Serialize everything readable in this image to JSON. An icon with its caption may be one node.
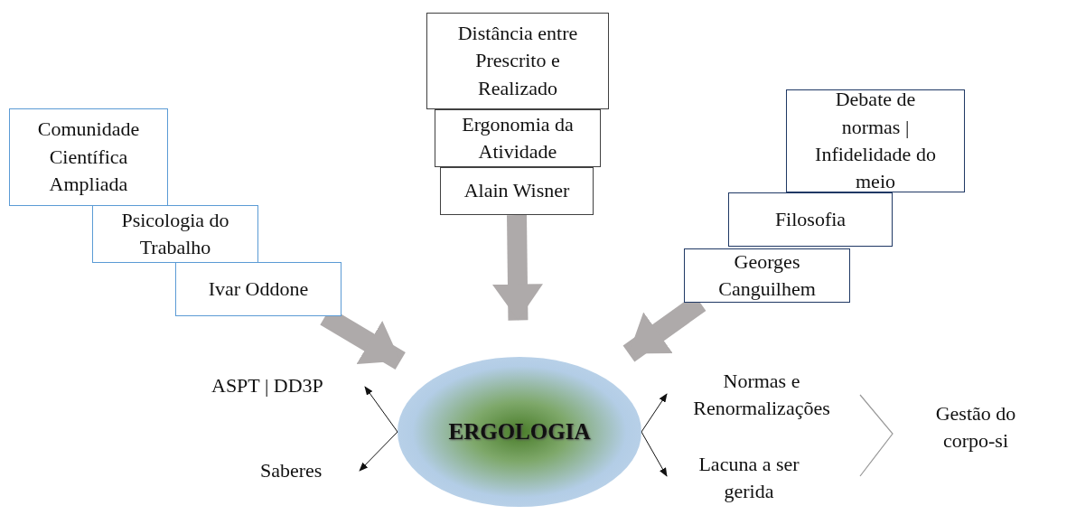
{
  "diagram": {
    "nodes": [
      {
        "text": [
          "Comunidade Científica Ampliada"
        ]
      },
      {
        "text": [
          "Psicologia do Trabalho"
        ]
      },
      {
        "text": [
          "Ivar Oddone"
        ]
      },
      {
        "text": [
          "Distância entre Prescrito e Realizado"
        ]
      },
      {
        "text": [
          "Ergonomia da Atividade"
        ]
      },
      {
        "text": [
          "Alain Wisner"
        ]
      },
      {
        "text": [
          "Debate de normas | Infidelidade do meio"
        ]
      },
      {
        "text": [
          "Filosofia"
        ]
      },
      {
        "text": [
          "Georges Canguilhem"
        ]
      },
      {
        "text": [
          "ERGOLOGIA"
        ]
      },
      {
        "text": [
          "ASPT | DD3P"
        ]
      },
      {
        "text": [
          "Saberes"
        ]
      },
      {
        "text": [
          "Normas e Renormalizações"
        ]
      },
      {
        "text": [
          "Lacuna a ser gerida"
        ]
      },
      {
        "text": [
          "Gestão do corpo-si"
        ]
      }
    ],
    "edges": [
      {
        "from": 2,
        "to": 9,
        "arrow": "to",
        "style": "thick",
        "color": "#aeaaaa"
      },
      {
        "from": 5,
        "to": 9,
        "arrow": "to",
        "style": "thick",
        "color": "#aeaaaa"
      },
      {
        "from": 8,
        "to": 9,
        "arrow": "to",
        "style": "thick",
        "color": "#aeaaaa"
      },
      {
        "from": 9,
        "to": 10,
        "arrow": "to"
      },
      {
        "from": 9,
        "to": 11,
        "arrow": "to"
      },
      {
        "from": 9,
        "to": 12,
        "arrow": "to"
      },
      {
        "from": 9,
        "to": 13,
        "arrow": "to"
      }
    ]
  }
}
